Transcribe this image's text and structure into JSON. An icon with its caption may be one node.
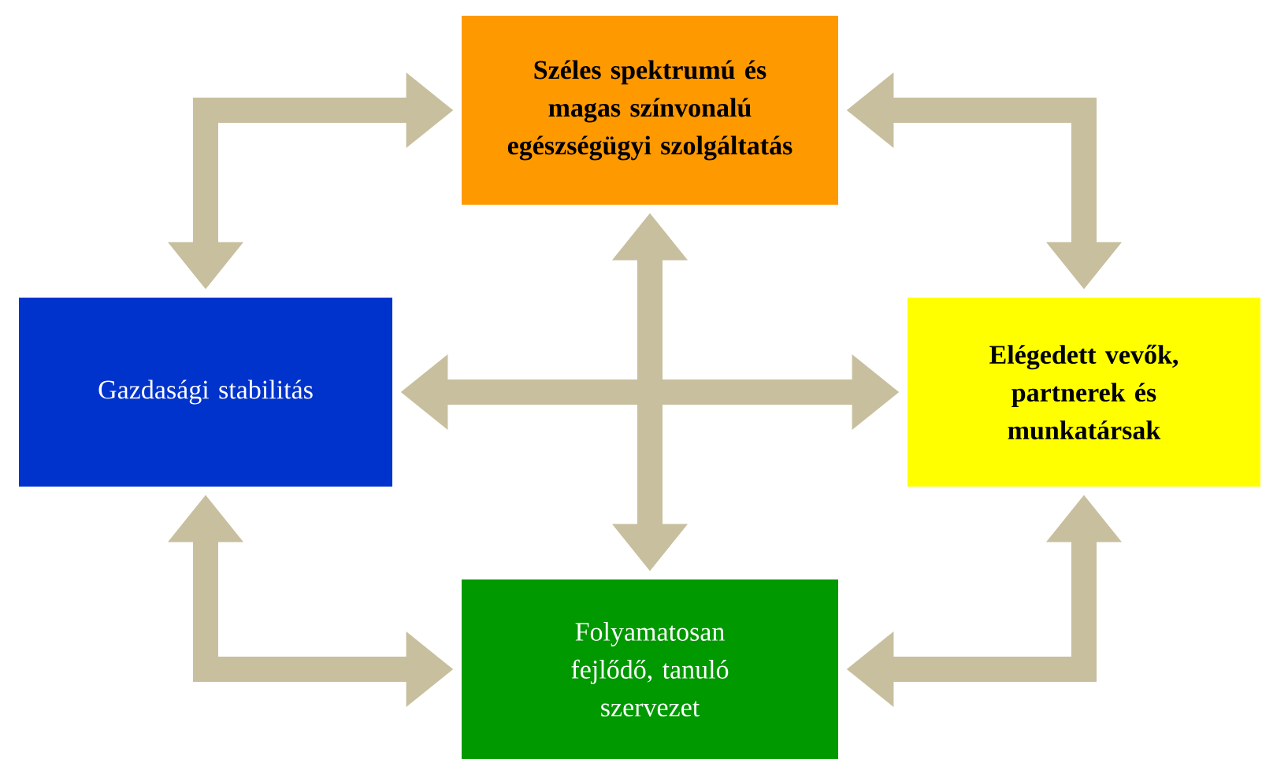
{
  "diagram": {
    "nodes": [
      {
        "text": [
          "Széles spektrumú és magas színvonalú egészségügyi szolgáltatás"
        ]
      },
      {
        "text": [
          "Gazdasági stabilitás"
        ]
      },
      {
        "text": [
          "Elégedett vevők, partnerek és munkatársak"
        ]
      },
      {
        "text": [
          "Folyamatosan fejlődő, tanuló szervezet"
        ]
      }
    ],
    "edges": [
      {
        "from": 1,
        "to": 0,
        "arrow": "both"
      },
      {
        "from": 0,
        "to": 2,
        "arrow": "both"
      },
      {
        "from": 1,
        "to": 3,
        "arrow": "both"
      },
      {
        "from": 3,
        "to": 2,
        "arrow": "both"
      },
      {
        "from": 0,
        "to": 3,
        "arrow": "both"
      },
      {
        "from": 1,
        "to": 2,
        "arrow": "both"
      }
    ]
  }
}
